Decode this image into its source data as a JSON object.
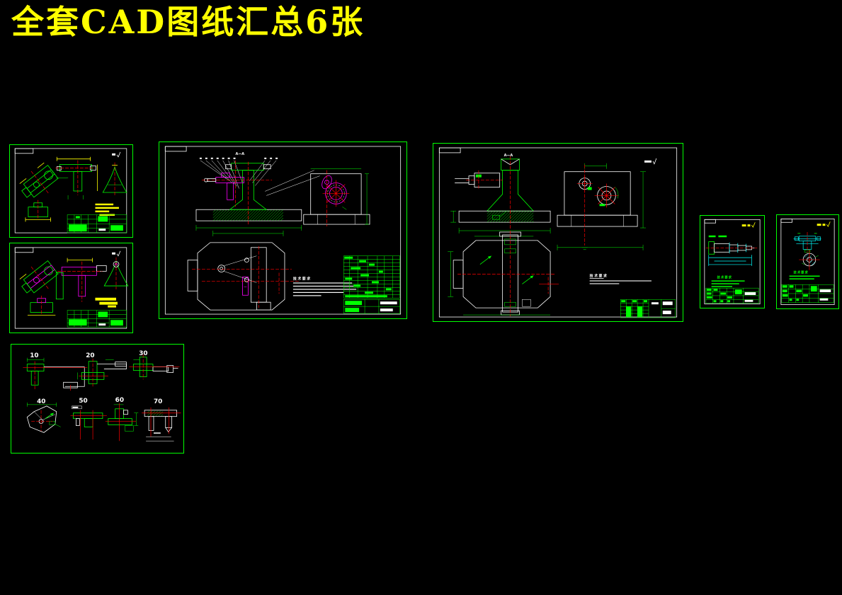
{
  "page": {
    "title": "全套CAD图纸汇总6张"
  },
  "colors": {
    "background": "#000000",
    "border_green": "#00ff00",
    "title_yellow": "#ffff00",
    "outline_white": "#ffffff",
    "hatch_magenta": "#ff00ff",
    "centerline_red": "#ff0000",
    "detail_cyan": "#00ffff"
  },
  "labels": {
    "section_aa": "A—A",
    "tech_req_heading": "技术要求",
    "roughness_symbol": "√"
  },
  "process_steps": [
    "10",
    "20",
    "30",
    "40",
    "50",
    "60",
    "70"
  ]
}
